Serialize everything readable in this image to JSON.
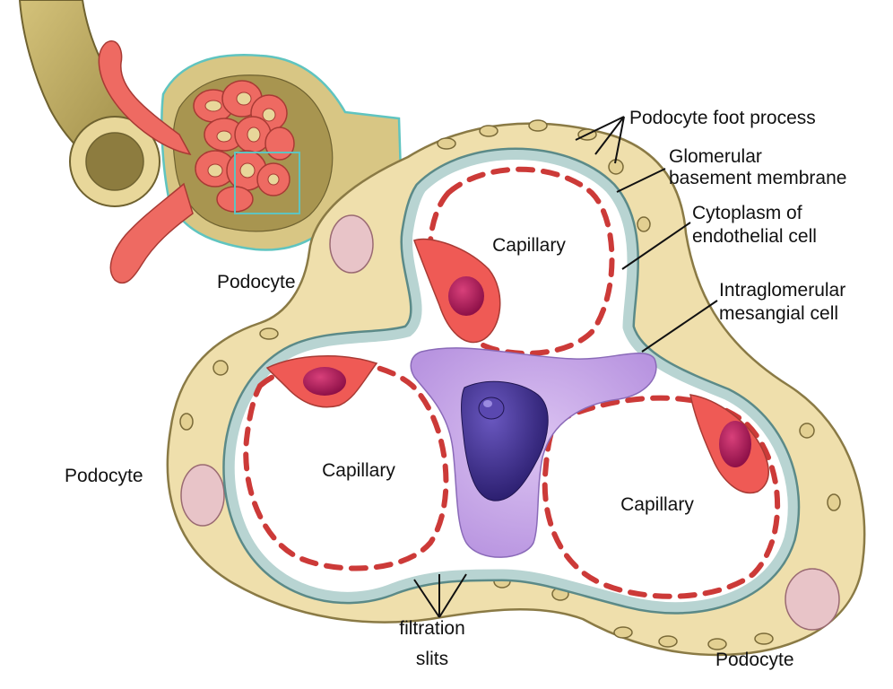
{
  "diagram": {
    "labels": {
      "podocyte_foot_process": "Podocyte foot process",
      "glomerular_basement_membrane": [
        "Glomerular",
        "basement membrane"
      ],
      "cytoplasm_endothelial_cell": [
        "Cytoplasm of",
        "endothelial cell"
      ],
      "intraglomerular_mesangial_cell": [
        "Intraglomerular",
        "mesangial cell"
      ],
      "podocyte_top": "Podocyte",
      "podocyte_left": "Podocyte",
      "podocyte_bottom": "Podocyte",
      "capillary_top": "Capillary",
      "capillary_left": "Capillary",
      "capillary_right": "Capillary",
      "filtration_slits": [
        "filtration",
        "slits"
      ]
    },
    "colors": {
      "podocyte_cytoplasm": "#efdfac",
      "podocyte_outline": "#8a7a45",
      "podocyte_nucleus": "#e8c4c8",
      "basement_membrane": "#b8d4d2",
      "basement_membrane_edge": "#5b8a88",
      "endothelial_dash": "#cc3a38",
      "endothelial_cell": "#ef5a55",
      "endothelial_nucleus": "#b21e5a",
      "mesangial_cell": "#c9a8e8",
      "mesangial_nucleus": "#3a2a88",
      "tubule": "#b8a65a",
      "vessel": "#ee6a62",
      "capsule_border": "#5fc4c0"
    }
  }
}
